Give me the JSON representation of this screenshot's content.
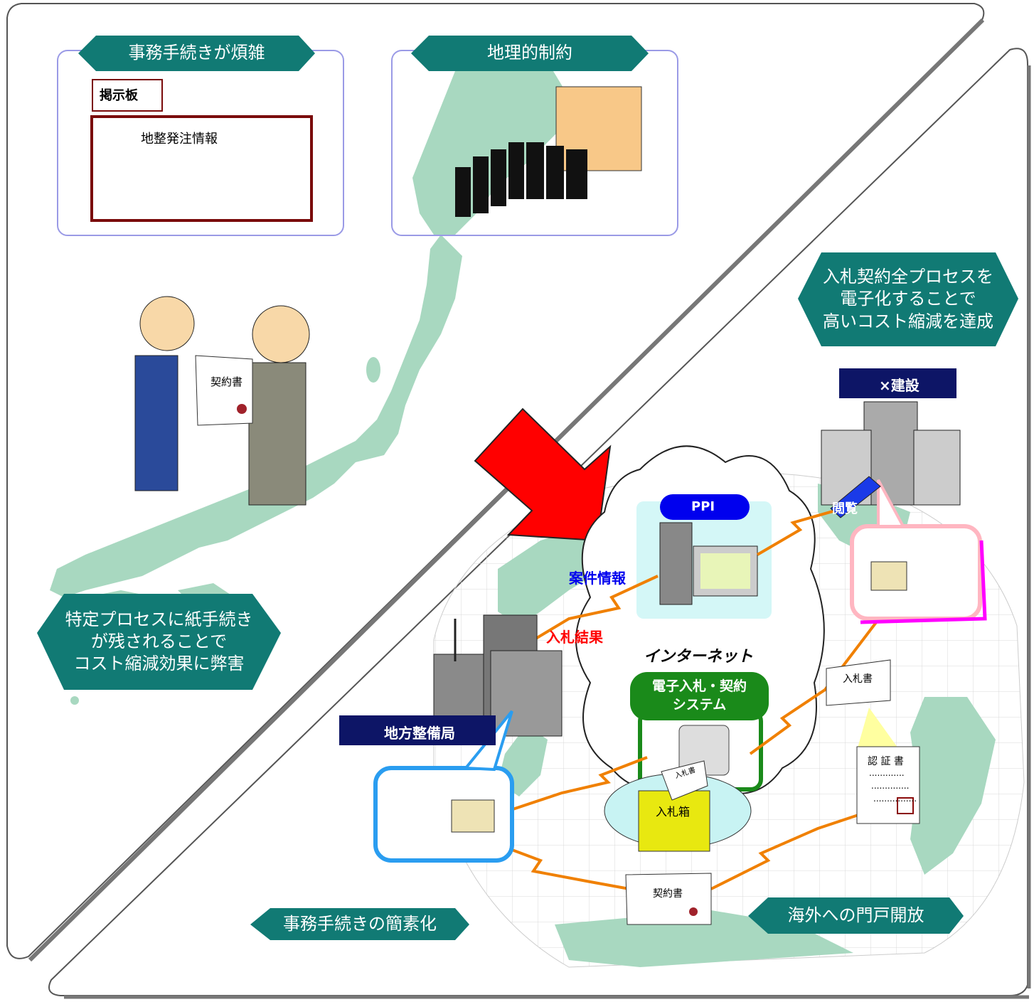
{
  "top_left_panel": {
    "banner": "事務手続きが煩雑",
    "board_tab": "掲示板",
    "board_content": "地整発注情報"
  },
  "top_right_panel": {
    "banner": "地理的制約"
  },
  "left_note": "特定プロセスに紙手続き\nが残されることで\nコスト縮減効果に弊害",
  "left_document": "契約書",
  "right_note": "入札契約全プロセスを\n電子化することで\n高いコスト縮減を達成",
  "company_label": "×建設",
  "company_action": "閲覧",
  "ppi_label": "PPI",
  "case_info": "案件情報",
  "bid_result": "入札結果",
  "internet_label": "インターネット",
  "system_label": "電子入札・契約\nシステム",
  "bid_box": "入札箱",
  "bid_paper": "入札書",
  "bid_paper_right": "入札書",
  "cert": {
    "title": "認 証 書",
    "lines": ".............",
    "lines2": "..............",
    "lines3": "................"
  },
  "regional_bureau": "地方整備局",
  "contract_bottom": "契約書",
  "bottom_left_banner": "事務手続きの簡素化",
  "bottom_right_banner": "海外への門戸開放",
  "colors": {
    "banner_teal": "#117a74",
    "navy_label": "#0d1566",
    "map_green": "#a8d8c0",
    "panel_border": "#9a9ae6",
    "board_border": "#7a0a0a",
    "lightning": "#f5c000",
    "lightning_stroke": "#f08000",
    "arrow_red": "#ff0000"
  }
}
